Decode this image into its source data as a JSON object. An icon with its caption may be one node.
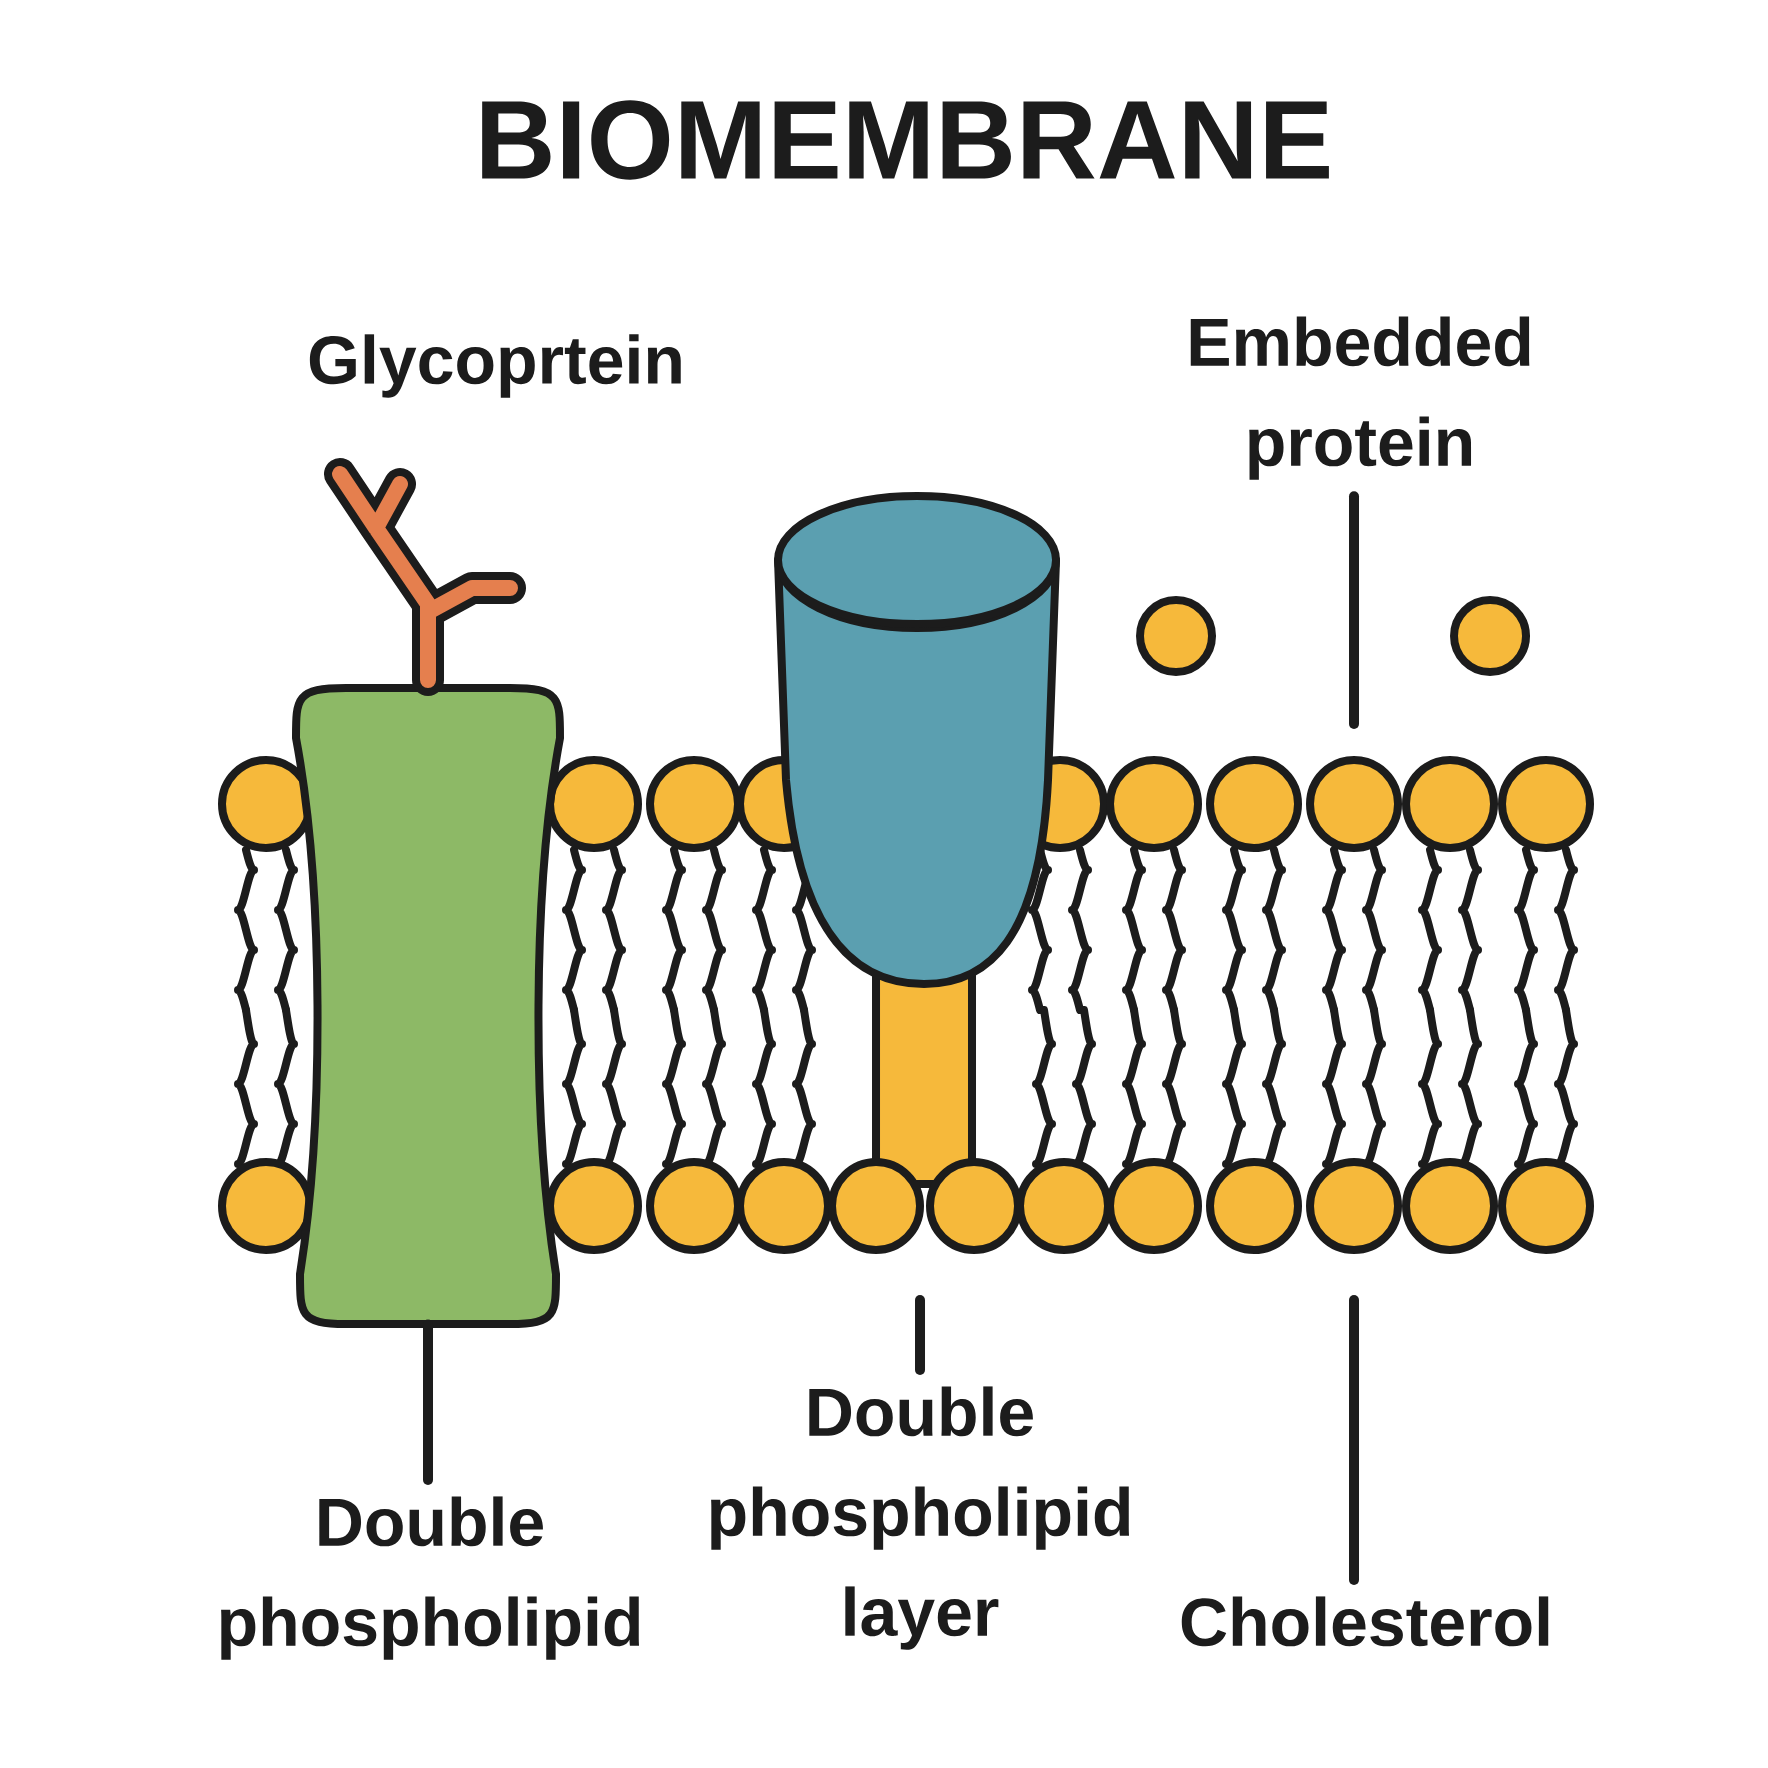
{
  "diagram": {
    "title": "BIOMEMBRANE",
    "nodes": [
      {
        "text": [
          "Embedded protein"
        ]
      },
      {
        "text": [
          "Double phospholipid"
        ]
      },
      {
        "text": [
          "Double phospholipid layer"
        ]
      },
      {
        "text": [
          "Cholesterol"
        ]
      },
      {
        "text": [],
        "shape": "box"
      }
    ],
    "edges": [
      {
        "from": 0,
        "to": null,
        "arrow": "none"
      },
      {
        "from": 1,
        "to": 4,
        "arrow": "none"
      },
      {
        "from": 2,
        "to": null,
        "arrow": "none"
      },
      {
        "from": 3,
        "to": null,
        "arrow": "none"
      }
    ],
    "labels": [
      "Glycoprtein"
    ]
  }
}
